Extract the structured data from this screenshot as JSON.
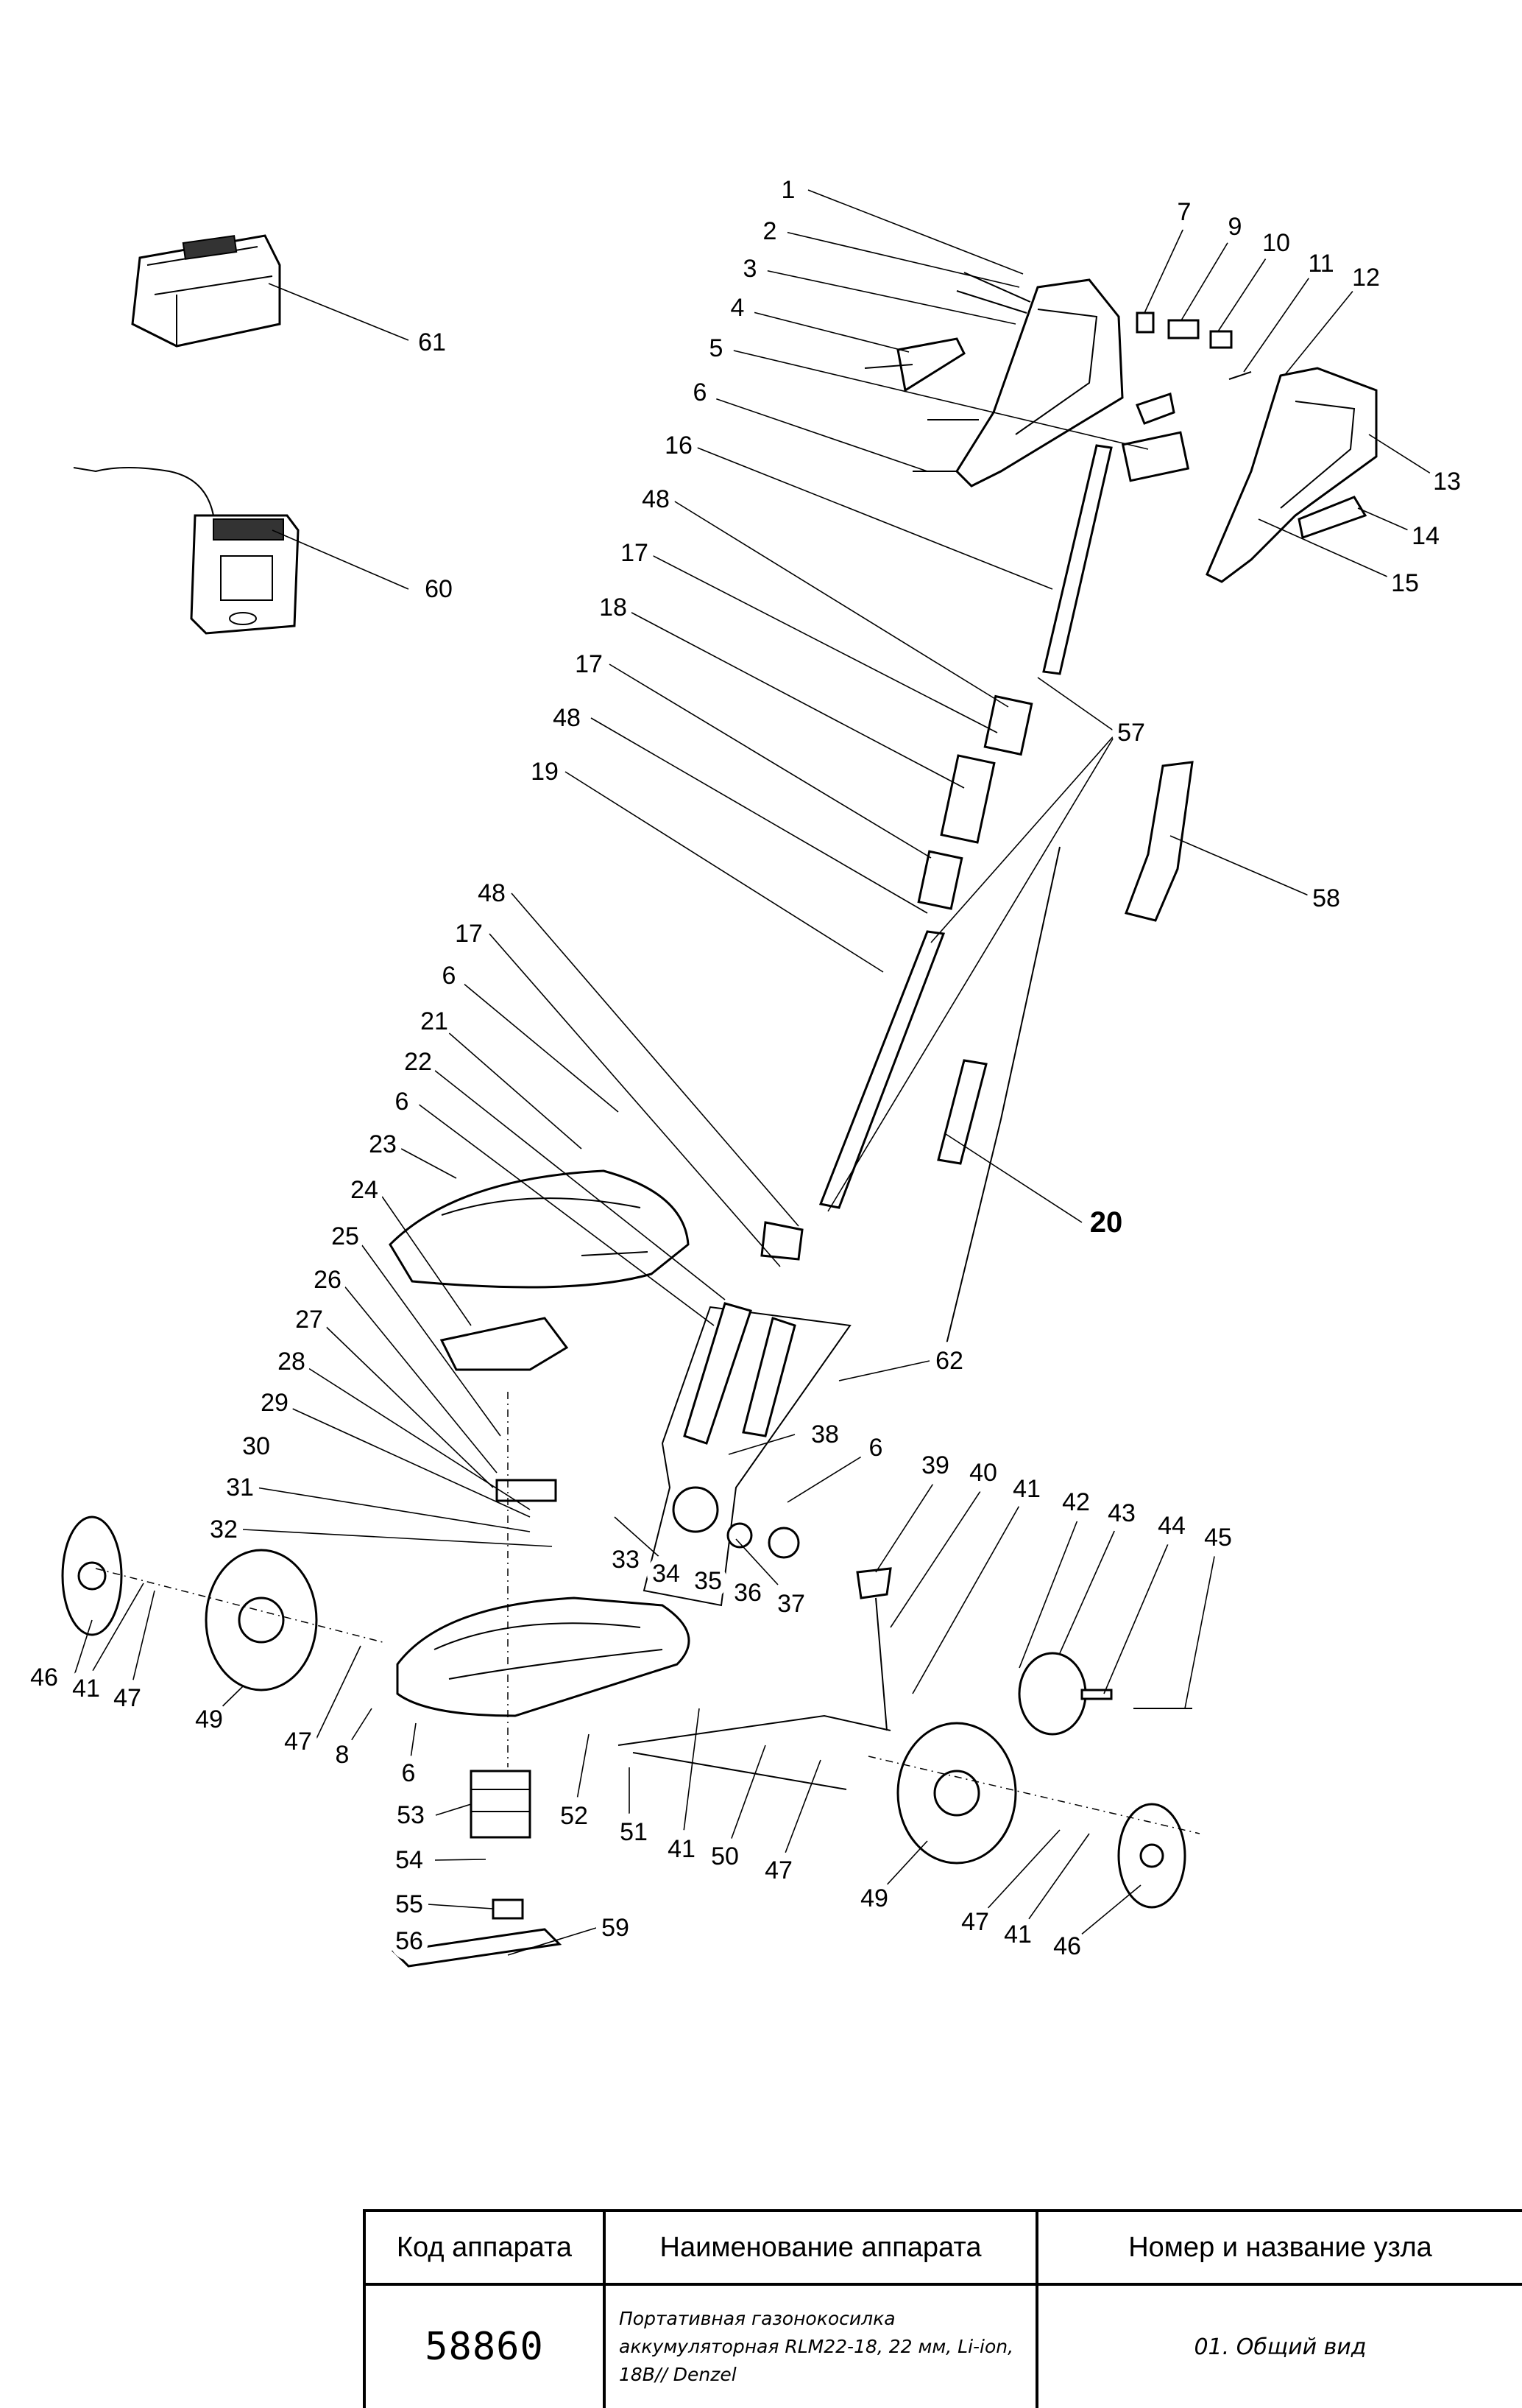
{
  "diagram": {
    "callouts": [
      {
        "id": "c1",
        "label": "1"
      },
      {
        "id": "c2",
        "label": "2"
      },
      {
        "id": "c3",
        "label": "3"
      },
      {
        "id": "c4",
        "label": "4"
      },
      {
        "id": "c5",
        "label": "5"
      },
      {
        "id": "c6a",
        "label": "6"
      },
      {
        "id": "c7",
        "label": "7"
      },
      {
        "id": "c9",
        "label": "9"
      },
      {
        "id": "c10",
        "label": "10"
      },
      {
        "id": "c11",
        "label": "11"
      },
      {
        "id": "c12",
        "label": "12"
      },
      {
        "id": "c13",
        "label": "13"
      },
      {
        "id": "c14",
        "label": "14"
      },
      {
        "id": "c15",
        "label": "15"
      },
      {
        "id": "c16",
        "label": "16"
      },
      {
        "id": "c48a",
        "label": "48"
      },
      {
        "id": "c17a",
        "label": "17"
      },
      {
        "id": "c18",
        "label": "18"
      },
      {
        "id": "c17b",
        "label": "17"
      },
      {
        "id": "c48b",
        "label": "48"
      },
      {
        "id": "c19",
        "label": "19"
      },
      {
        "id": "c57",
        "label": "57"
      },
      {
        "id": "c58",
        "label": "58"
      },
      {
        "id": "c61",
        "label": "61"
      },
      {
        "id": "c60",
        "label": "60"
      },
      {
        "id": "c48c",
        "label": "48"
      },
      {
        "id": "c17c",
        "label": "17"
      },
      {
        "id": "c6b",
        "label": "6"
      },
      {
        "id": "c21",
        "label": "21"
      },
      {
        "id": "c22",
        "label": "22"
      },
      {
        "id": "c6c",
        "label": "6"
      },
      {
        "id": "c23",
        "label": "23"
      },
      {
        "id": "c24",
        "label": "24"
      },
      {
        "id": "c25",
        "label": "25"
      },
      {
        "id": "c20",
        "label": "20"
      },
      {
        "id": "c26",
        "label": "26"
      },
      {
        "id": "c27",
        "label": "27"
      },
      {
        "id": "c28",
        "label": "28"
      },
      {
        "id": "c62",
        "label": "62"
      },
      {
        "id": "c29",
        "label": "29"
      },
      {
        "id": "c38",
        "label": "38"
      },
      {
        "id": "c30",
        "label": "30"
      },
      {
        "id": "c6d",
        "label": "6"
      },
      {
        "id": "c39",
        "label": "39"
      },
      {
        "id": "c40",
        "label": "40"
      },
      {
        "id": "c41a",
        "label": "41"
      },
      {
        "id": "c42",
        "label": "42"
      },
      {
        "id": "c43",
        "label": "43"
      },
      {
        "id": "c44",
        "label": "44"
      },
      {
        "id": "c45",
        "label": "45"
      },
      {
        "id": "c31",
        "label": "31"
      },
      {
        "id": "c32",
        "label": "32"
      },
      {
        "id": "c33",
        "label": "33"
      },
      {
        "id": "c34",
        "label": "34"
      },
      {
        "id": "c35",
        "label": "35"
      },
      {
        "id": "c36",
        "label": "36"
      },
      {
        "id": "c37",
        "label": "37"
      },
      {
        "id": "c46a",
        "label": "46"
      },
      {
        "id": "c41b",
        "label": "41"
      },
      {
        "id": "c47a",
        "label": "47"
      },
      {
        "id": "c49a",
        "label": "49"
      },
      {
        "id": "c47b",
        "label": "47"
      },
      {
        "id": "c8",
        "label": "8"
      },
      {
        "id": "c6e",
        "label": "6"
      },
      {
        "id": "c53",
        "label": "53"
      },
      {
        "id": "c52",
        "label": "52"
      },
      {
        "id": "c51",
        "label": "51"
      },
      {
        "id": "c41c",
        "label": "41"
      },
      {
        "id": "c50",
        "label": "50"
      },
      {
        "id": "c47c",
        "label": "47"
      },
      {
        "id": "c49b",
        "label": "49"
      },
      {
        "id": "c54",
        "label": "54"
      },
      {
        "id": "c55",
        "label": "55"
      },
      {
        "id": "c56",
        "label": "56"
      },
      {
        "id": "c59",
        "label": "59"
      },
      {
        "id": "c47d",
        "label": "47"
      },
      {
        "id": "c41d",
        "label": "41"
      },
      {
        "id": "c46b",
        "label": "46"
      }
    ]
  },
  "title_block": {
    "headers": {
      "code": "Код аппарата",
      "name": "Наименование аппарата",
      "node": "Номер и название узла"
    },
    "code": "58860",
    "name": "Портативная газонокосилка аккумуляторная RLM22-18, 22 мм, Li-ion, 18В// Denzel",
    "node": "01. Общий вид"
  }
}
